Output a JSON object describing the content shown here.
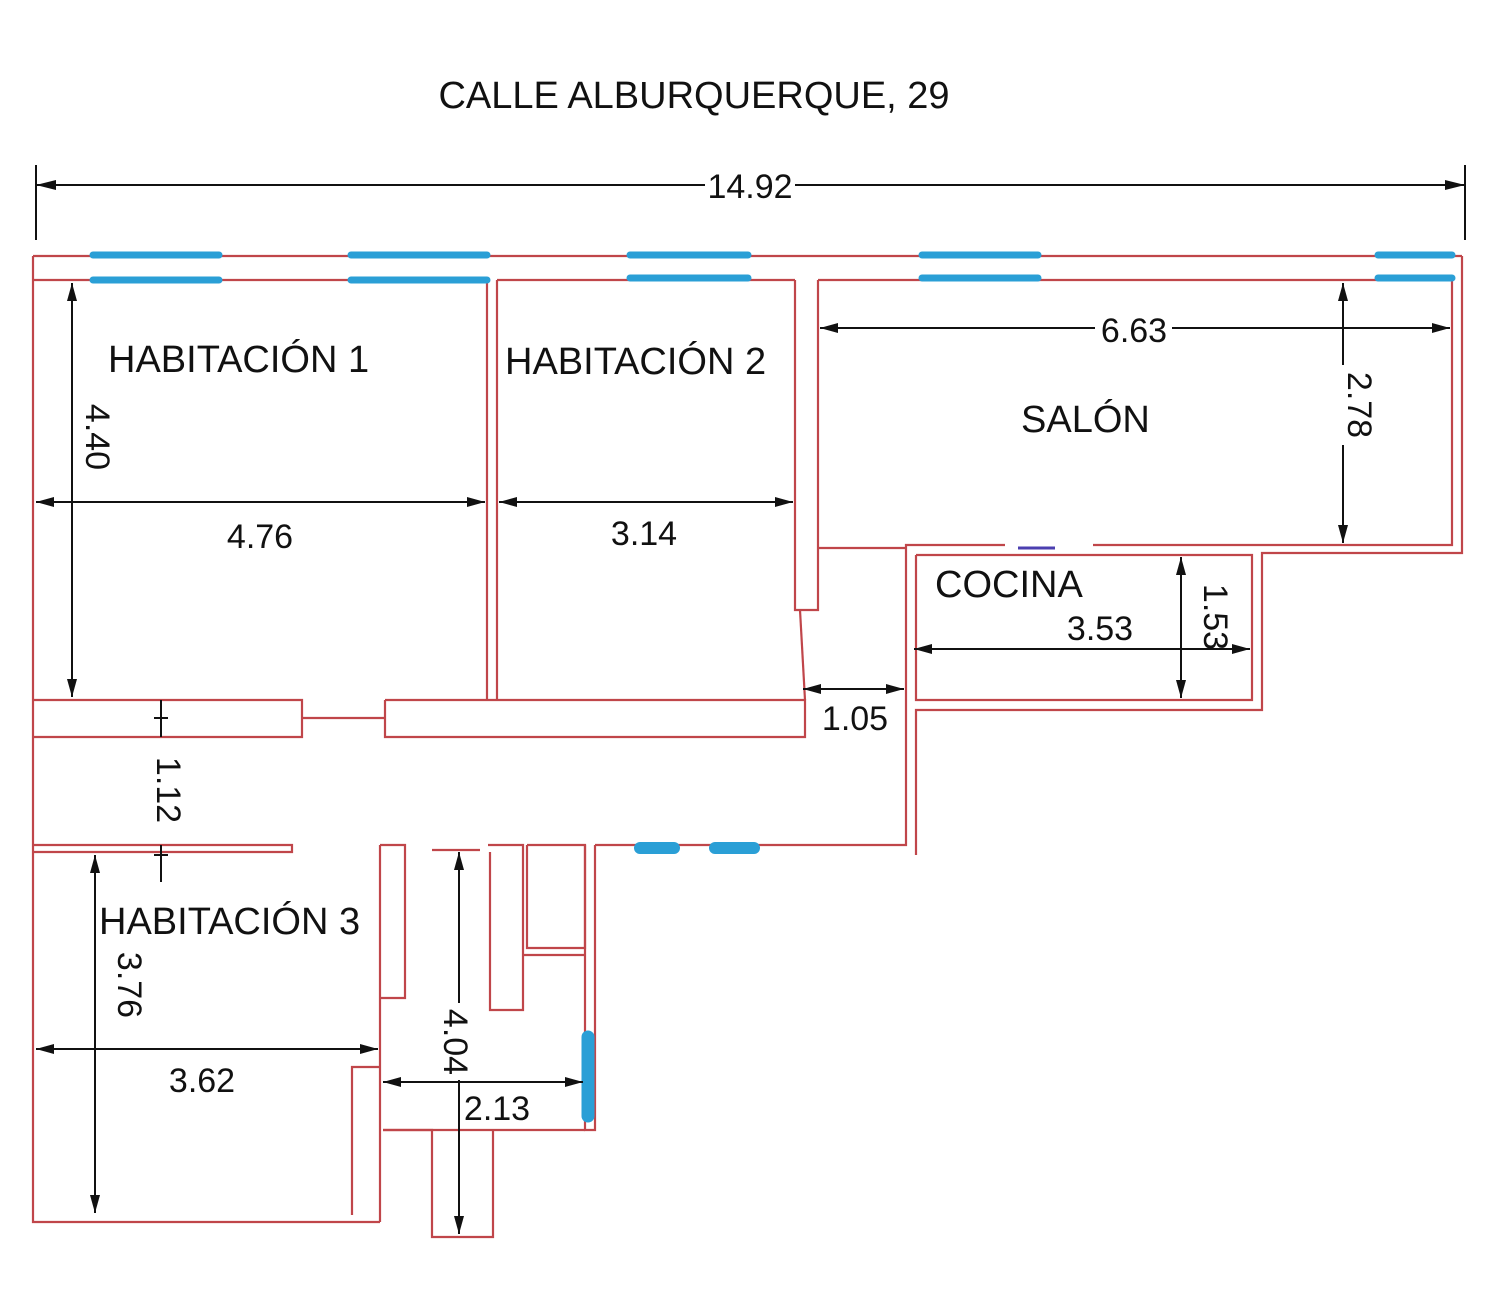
{
  "title": "CALLE ALBURQUERQUE, 29",
  "rooms": {
    "habitacion_1": "HABITACIÓN 1",
    "habitacion_2": "HABITACIÓN 2",
    "habitacion_3": "HABITACIÓN 3",
    "salon": "SALÓN",
    "cocina": "COCINA"
  },
  "dimensions": {
    "total_width": "14.92",
    "hab1_width": "4.76",
    "hab1_depth": "4.40",
    "hab2_width": "3.14",
    "salon_width": "6.63",
    "salon_depth": "2.78",
    "cocina_width": "3.53",
    "cocina_depth": "1.53",
    "passage_width": "1.05",
    "corridor_width": "1.12",
    "hab3_width": "3.62",
    "hab3_depth": "3.76",
    "hall_depth": "4.04",
    "hall_width": "2.13"
  },
  "colors": {
    "walls": "#c0464a",
    "windows": "#2a9fd6",
    "dimension_lines": "#111111"
  }
}
